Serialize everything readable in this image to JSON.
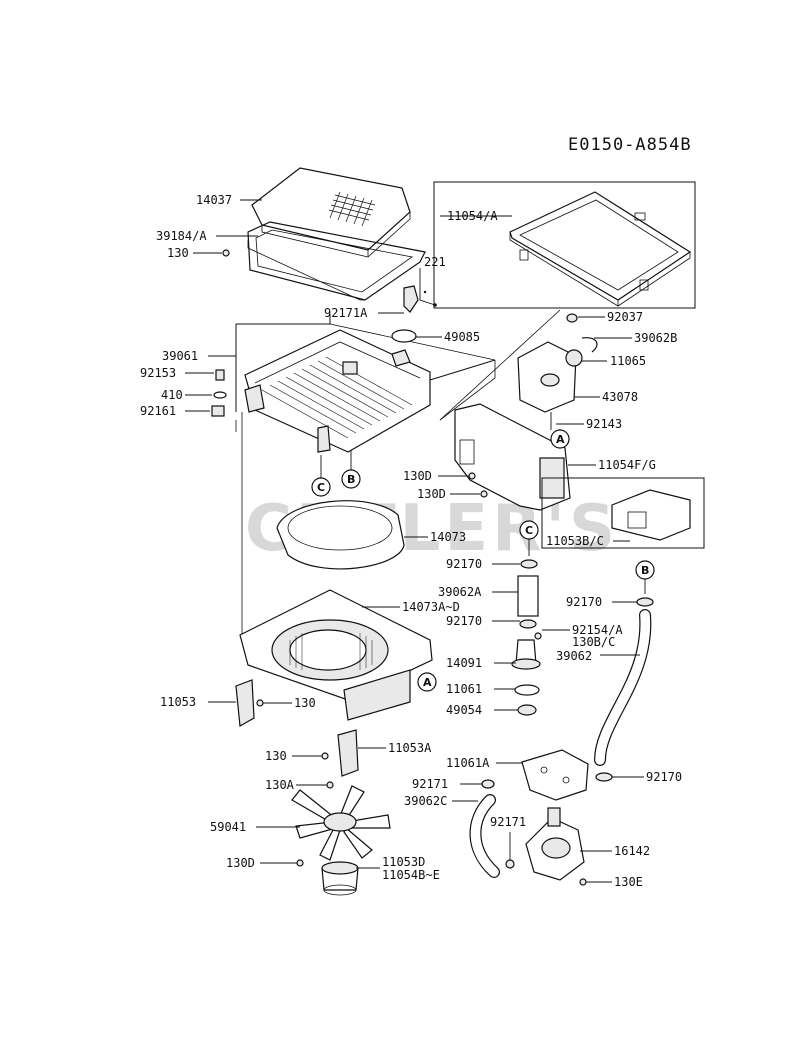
{
  "diagram_code": "E0150-A854B",
  "watermark": "CUTLER'S",
  "labels": {
    "l14037": "14037",
    "l39184": "39184/A",
    "l130a": "130",
    "l221": "221",
    "l92171a": "92171A",
    "l11054a": "11054/A",
    "l49085": "49085",
    "l92037": "92037",
    "l39062b": "39062B",
    "l39061": "39061",
    "l92153": "92153",
    "l410": "410",
    "l92161": "92161",
    "l11065": "11065",
    "l43078": "43078",
    "l92143": "92143",
    "l130d1": "130D",
    "l130d2": "130D",
    "l11054fg": "11054F/G",
    "l14073": "14073",
    "l11053bc": "11053B/C",
    "l92170a": "92170",
    "l39062a": "39062A",
    "l14073ad": "14073A~D",
    "l92170b": "92170",
    "l92170c": "92170",
    "l92154": "92154/A",
    "l130bc": "130B/C",
    "l39062": "39062",
    "l14091": "14091",
    "l11061": "11061",
    "l49054": "49054",
    "l11053": "11053",
    "l130b": "130",
    "l130c": "130",
    "l11053a": "11053A",
    "l130aa": "130A",
    "l11061a": "11061A",
    "l92171b": "92171",
    "l92170d": "92170",
    "l39062c": "39062C",
    "l92171c": "92171",
    "l59041": "59041",
    "l16142": "16142",
    "l130d3": "130D",
    "l11053d": "11053D",
    "l11054be": "11054B~E",
    "l130e": "130E"
  },
  "callouts": {
    "A": "A",
    "B": "B",
    "C": "C"
  }
}
